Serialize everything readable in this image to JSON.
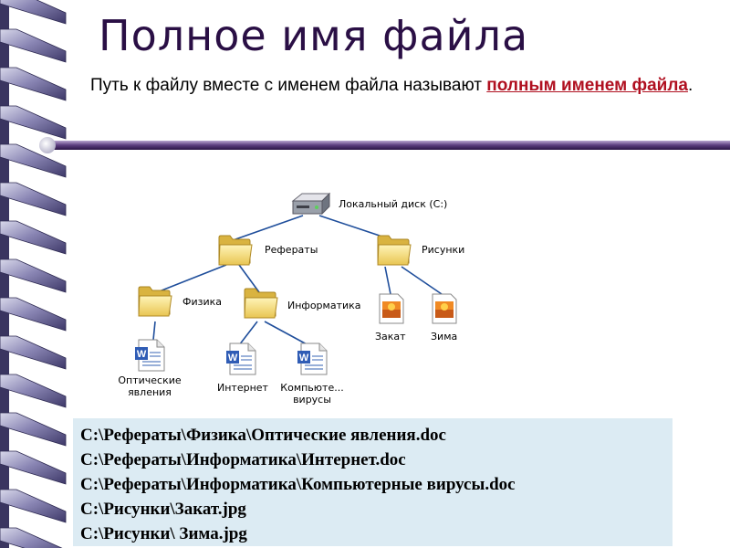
{
  "slide": {
    "title": "Полное имя файла",
    "intro_text": "Путь к файлу вместе с именем файла называют ",
    "intro_highlight": "полным именем файла",
    "intro_end": "."
  },
  "tree": {
    "drive": "Локальный диск (C:)",
    "folder_referaty": "Рефераты",
    "folder_risunki": "Рисунки",
    "folder_fizika": "Физика",
    "folder_informatika": "Информатика",
    "file_zakat": "Закат",
    "file_zima": "Зима",
    "file_opticheskie_1": "Оптические",
    "file_opticheskie_2": "явления",
    "file_internet": "Интернет",
    "file_kompyuter_1": "Компьюте...",
    "file_kompyuter_2": "вирусы"
  },
  "paths": [
    "C:\\Рефераты\\Физика\\Оптические явления.doc",
    "C:\\Рефераты\\Информатика\\Интернет.doc",
    "C:\\Рефераты\\Информатика\\Компьютерные вирусы.doc",
    "C:\\Рисунки\\Закат.jpg",
    "C:\\Рисунки\\ Зима.jpg"
  ],
  "colors": {
    "title": "#2a0f45",
    "highlight": "#b01020",
    "paths_background": "#dcebf3",
    "tree_lines": "#1f4e9b"
  }
}
